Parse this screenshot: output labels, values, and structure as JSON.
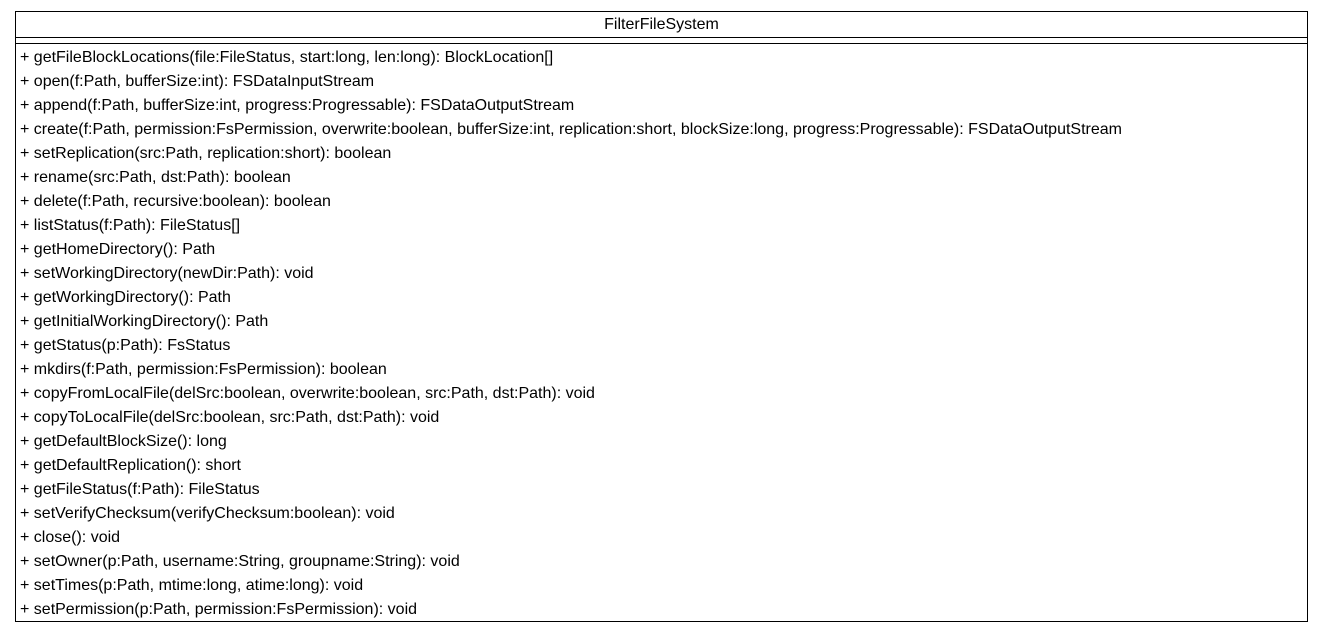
{
  "class": {
    "name": "FilterFileSystem",
    "attributes": [],
    "operations": [
      "+ getFileBlockLocations(file:FileStatus, start:long, len:long): BlockLocation[]",
      "+ open(f:Path, bufferSize:int): FSDataInputStream",
      "+ append(f:Path, bufferSize:int, progress:Progressable): FSDataOutputStream",
      "+ create(f:Path, permission:FsPermission, overwrite:boolean, bufferSize:int, replication:short, blockSize:long, progress:Progressable): FSDataOutputStream",
      "+ setReplication(src:Path, replication:short): boolean",
      "+ rename(src:Path, dst:Path): boolean",
      "+ delete(f:Path, recursive:boolean): boolean",
      "+ listStatus(f:Path): FileStatus[]",
      "+ getHomeDirectory(): Path",
      "+ setWorkingDirectory(newDir:Path): void",
      "+ getWorkingDirectory(): Path",
      "+ getInitialWorkingDirectory(): Path",
      "+ getStatus(p:Path): FsStatus",
      "+ mkdirs(f:Path, permission:FsPermission): boolean",
      "+ copyFromLocalFile(delSrc:boolean, overwrite:boolean, src:Path, dst:Path): void",
      "+ copyToLocalFile(delSrc:boolean, src:Path, dst:Path): void",
      "+ getDefaultBlockSize(): long",
      "+ getDefaultReplication(): short",
      "+ getFileStatus(f:Path): FileStatus",
      "+ setVerifyChecksum(verifyChecksum:boolean): void",
      "+ close(): void",
      "+ setOwner(p:Path, username:String, groupname:String): void",
      "+ setTimes(p:Path, mtime:long, atime:long): void",
      "+ setPermission(p:Path, permission:FsPermission): void"
    ]
  }
}
